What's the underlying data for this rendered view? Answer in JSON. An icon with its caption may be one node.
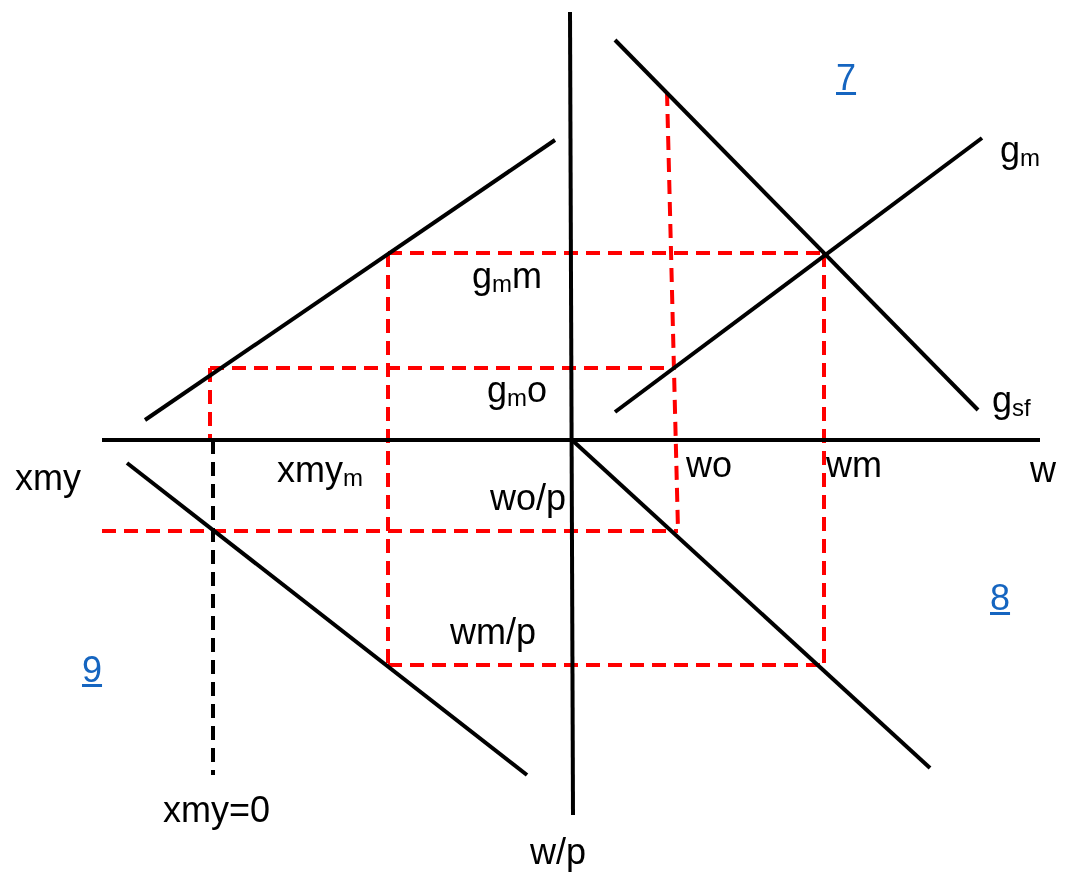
{
  "diagram": {
    "labels": [
      "7",
      "g$_{m}$",
      "g$_{m}$m",
      "g$_{m}$o",
      "g$_{sf}$",
      "xmy",
      "xmy$_{m}$",
      "wo",
      "wm",
      "w",
      "wo/p",
      "8",
      "wm/p",
      "9",
      "xmy=0",
      "w/p"
    ]
  }
}
